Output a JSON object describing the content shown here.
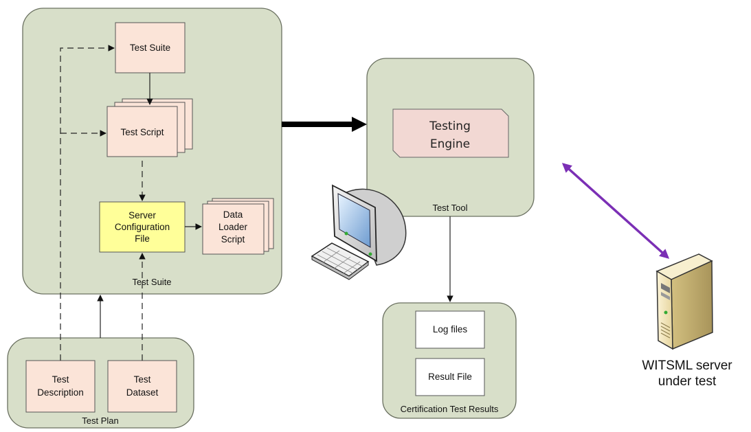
{
  "test_suite_group": {
    "caption": "Test Suite",
    "test_suite_box": "Test Suite",
    "test_script_box": "Test Script",
    "server_config": [
      "Server",
      "Configuration",
      "File"
    ],
    "data_loader": [
      "Data",
      "Loader",
      "Script"
    ]
  },
  "test_plan_group": {
    "caption": "Test Plan",
    "test_description": [
      "Test",
      "Description"
    ],
    "test_dataset": [
      "Test",
      "Dataset"
    ]
  },
  "test_tool_group": {
    "caption": "Test Tool",
    "engine": [
      "Testing",
      "Engine"
    ]
  },
  "results_group": {
    "caption": "Certification Test Results",
    "log_files": "Log files",
    "result_file": "Result File"
  },
  "server": {
    "caption": [
      "WITSML server",
      "under test"
    ]
  },
  "colors": {
    "group_fill": "#d8dfc9",
    "box_fill": "#fbe4d8",
    "config_fill": "#ffff99",
    "engine_fill": "#f2d8d3",
    "double_arrow": "#7b2fb5"
  },
  "icons": [
    "computer-workstation-icon",
    "server-tower-icon"
  ]
}
